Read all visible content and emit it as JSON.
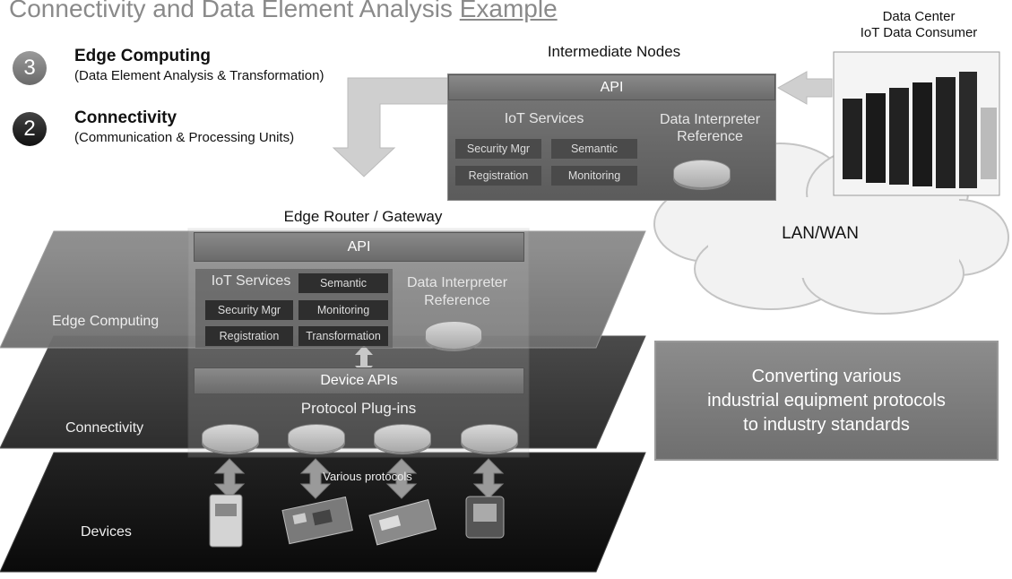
{
  "title": {
    "text": "Connectivity and Data Element Analysis",
    "suffix": "Example"
  },
  "legend": [
    {
      "number": "3",
      "heading": "Edge Computing",
      "sub": "(Data Element Analysis & Transformation)"
    },
    {
      "number": "2",
      "heading": "Connectivity",
      "sub": "(Communication & Processing Units)"
    }
  ],
  "intermediate": {
    "title": "Intermediate Nodes",
    "api": "API",
    "services_title": "IoT Services",
    "boxes": [
      "Security Mgr",
      "Semantic",
      "Registration",
      "Monitoring"
    ],
    "interpreter": [
      "Data Interpreter",
      "Reference"
    ]
  },
  "datacenter": {
    "line1": "Data Center",
    "line2": "IoT Data Consumer"
  },
  "cloud": {
    "label": "LAN/WAN"
  },
  "gateway": {
    "title": "Edge Router / Gateway",
    "api": "API",
    "services_title": "IoT Services",
    "boxes": [
      "Semantic",
      "Security Mgr",
      "Monitoring",
      "Registration",
      "Transformation"
    ],
    "interpreter": [
      "Data Interpreter",
      "Reference"
    ],
    "device_apis": "Device APIs",
    "plugins": "Protocol Plug-ins",
    "various": "Various protocols"
  },
  "layers": [
    "Edge Computing",
    "Connectivity",
    "Devices"
  ],
  "note": [
    "Converting various",
    "industrial equipment protocols",
    "to industry standards"
  ]
}
